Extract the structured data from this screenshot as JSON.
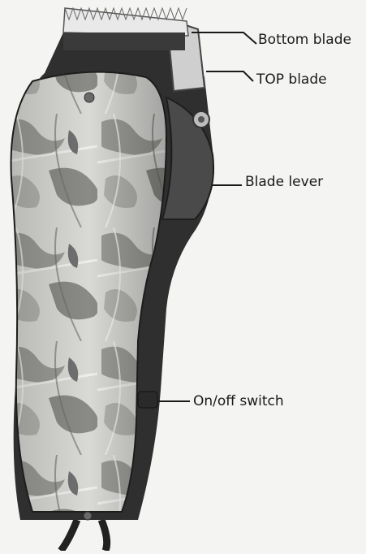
{
  "diagram": {
    "labels": {
      "bottom_blade": "Bottom blade",
      "top_blade": "TOP blade",
      "blade_lever": "Blade lever",
      "switch": "On/off switch"
    }
  }
}
